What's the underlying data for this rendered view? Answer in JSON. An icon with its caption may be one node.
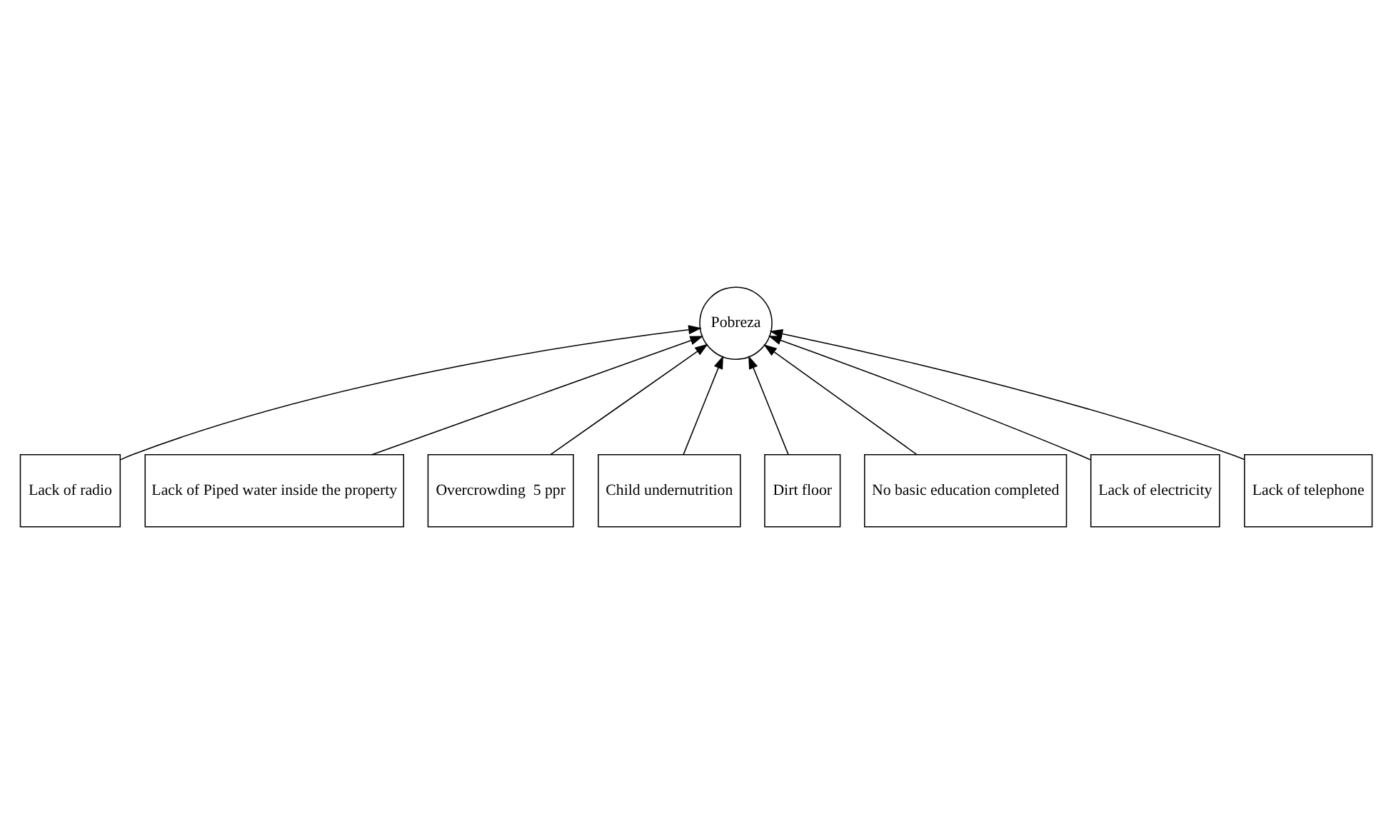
{
  "diagram": {
    "nodes": [
      {
        "text": [
          "Pobreza"
        ]
      },
      {
        "text": [
          "Lack of radio"
        ]
      },
      {
        "text": [
          "Lack of Piped water inside the property"
        ]
      },
      {
        "text": [
          "Overcrowding  5 ppr"
        ]
      },
      {
        "text": [
          "Child undernutrition"
        ]
      },
      {
        "text": [
          "Dirt floor"
        ]
      },
      {
        "text": [
          "No basic education completed"
        ]
      },
      {
        "text": [
          "Lack of electricity"
        ]
      },
      {
        "text": [
          "Lack of telephone"
        ]
      }
    ],
    "edges": [
      {
        "from": 1,
        "to": 0,
        "arrow": "to"
      },
      {
        "from": 2,
        "to": 0,
        "arrow": "to"
      },
      {
        "from": 3,
        "to": 0,
        "arrow": "to"
      },
      {
        "from": 4,
        "to": 0,
        "arrow": "to"
      },
      {
        "from": 5,
        "to": 0,
        "arrow": "to"
      },
      {
        "from": 6,
        "to": 0,
        "arrow": "to"
      },
      {
        "from": 7,
        "to": 0,
        "arrow": "to"
      },
      {
        "from": 8,
        "to": 0,
        "arrow": "to"
      }
    ]
  }
}
